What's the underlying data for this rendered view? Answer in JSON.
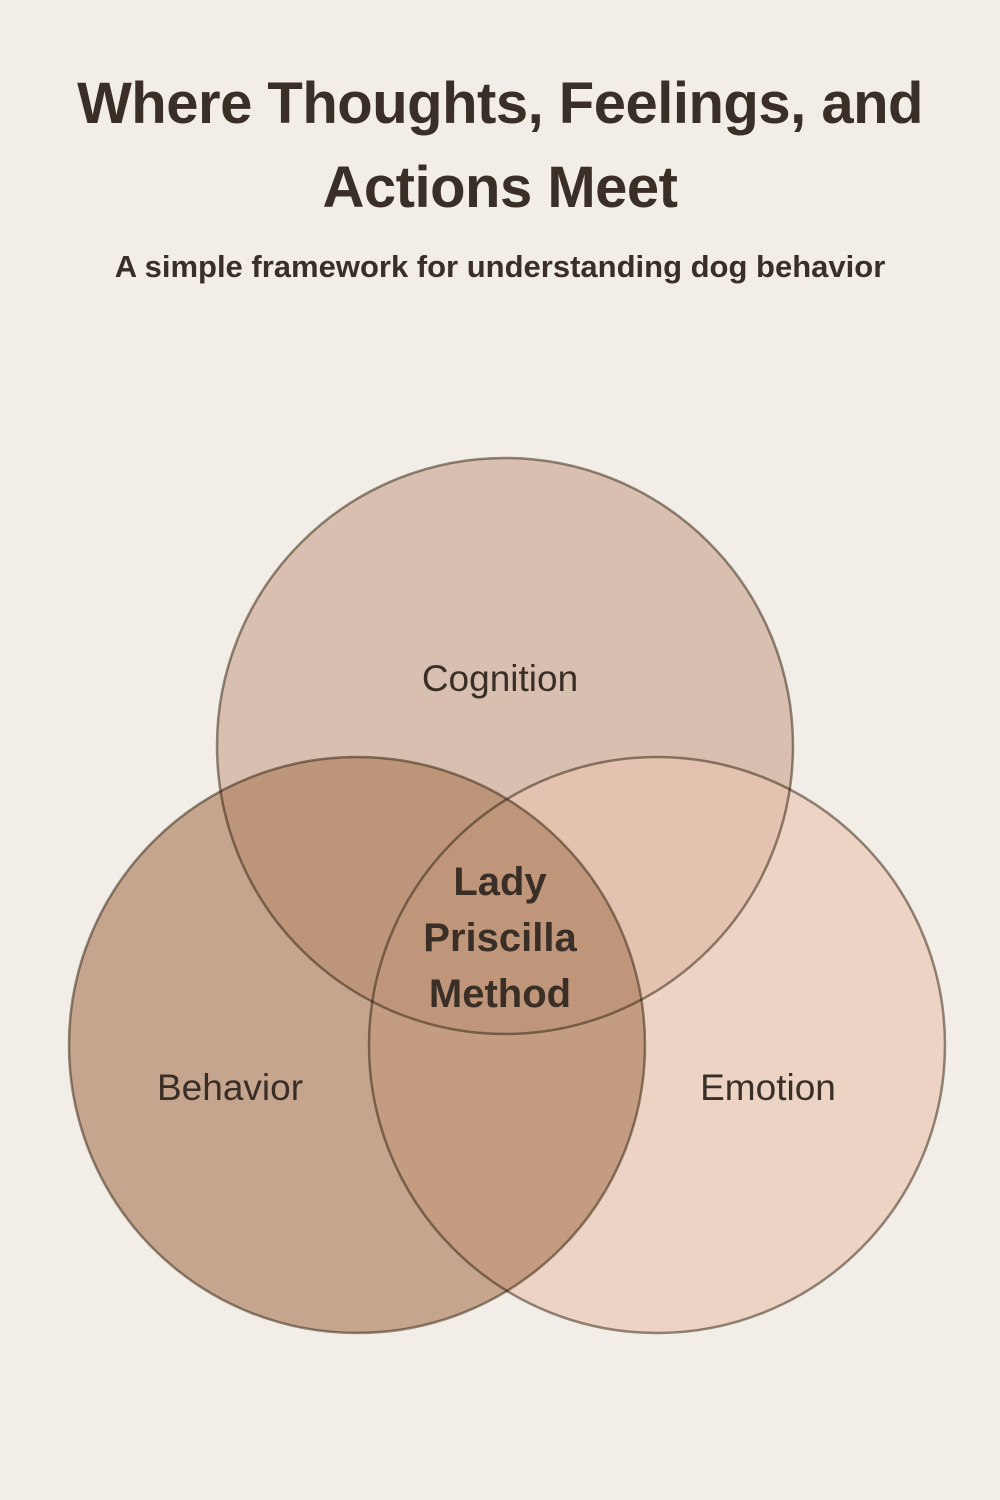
{
  "page": {
    "background_color": "#F2EDE7",
    "text_color": "#3A2F27",
    "title": "Where Thoughts, Feelings, and Actions Meet",
    "subtitle": "A simple framework for understanding dog behavior"
  },
  "venn": {
    "stroke_color": "rgba(45,30,10,0.5)",
    "circles": [
      {
        "id": "cognition",
        "label": "Cognition",
        "fill": "#CAA690"
      },
      {
        "id": "emotion",
        "label": "Emotion",
        "fill": "#E9C3B1"
      },
      {
        "id": "behavior",
        "label": "Behavior",
        "fill": "#AE7E60"
      }
    ],
    "center_label": {
      "line1": "Lady",
      "line2": "Priscilla",
      "line3": "Method"
    }
  }
}
